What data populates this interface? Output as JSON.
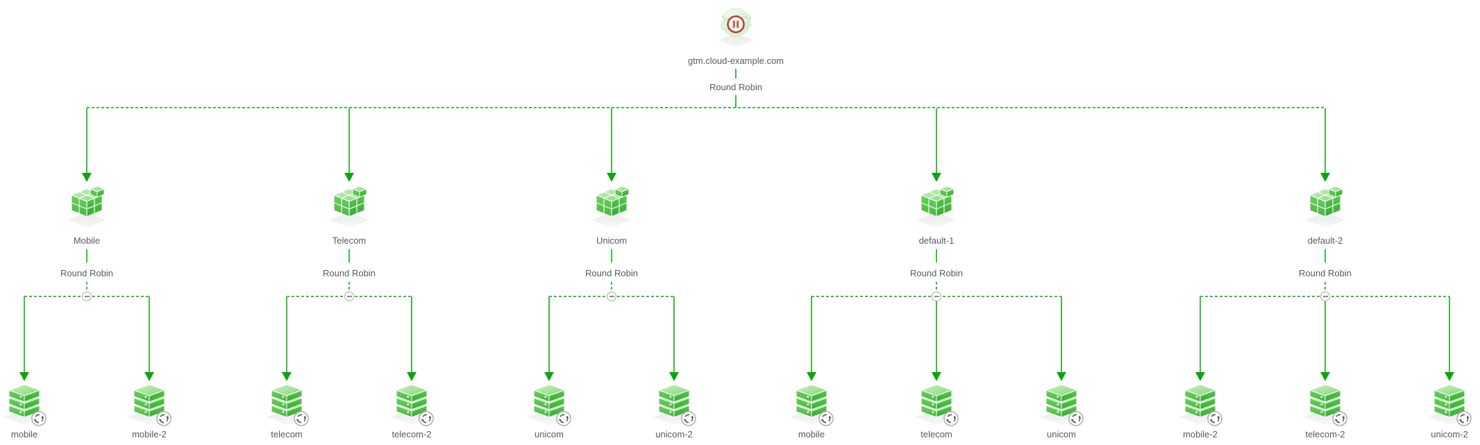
{
  "diagram": {
    "type": "gtm-dns-traffic-topology-tree",
    "root": {
      "label": "gtm.cloud-example.com",
      "policy": "Round Robin",
      "status": "paused"
    },
    "pools": [
      {
        "label": "Mobile",
        "policy": "Round Robin",
        "members": [
          "mobile",
          "mobile-2"
        ]
      },
      {
        "label": "Telecom",
        "policy": "Round Robin",
        "members": [
          "telecom",
          "telecom-2"
        ]
      },
      {
        "label": "Unicom",
        "policy": "Round Robin",
        "members": [
          "unicom",
          "unicom-2"
        ]
      },
      {
        "label": "default-1",
        "policy": "Round Robin",
        "members": [
          "mobile",
          "telecom",
          "unicom"
        ]
      },
      {
        "label": "default-2",
        "policy": "Round Robin",
        "members": [
          "mobile-2",
          "telecom-2",
          "unicom-2"
        ]
      }
    ],
    "icons": {
      "root": "globe-with-pause-badge-icon",
      "pool": "green-cube-cluster-icon",
      "member": "green-server-stack-icon",
      "member_badge": "cycle-arrows-badge-icon",
      "collapse": "minus-circle-collapse-button"
    },
    "colors": {
      "edge_green": "#3fbb3f",
      "arrow_green": "#0da50d",
      "text_gray": "#595959",
      "pause_ring_red": "#c5382e",
      "pause_bars": "#d4542b",
      "background": "#ffffff"
    }
  }
}
